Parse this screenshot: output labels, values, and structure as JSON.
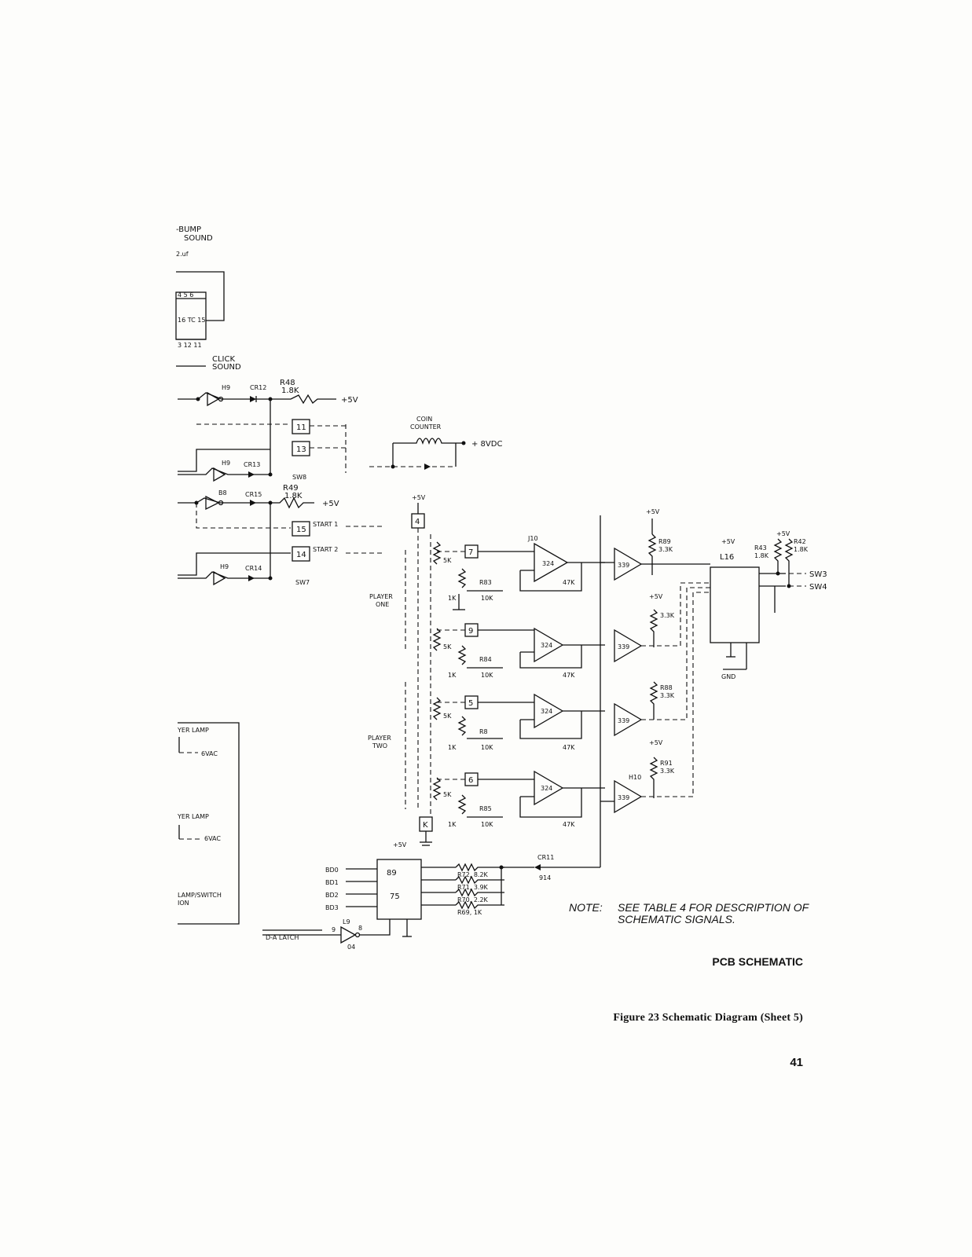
{
  "schematic": {
    "labels": {
      "bump_sound_1": "-BUMP",
      "bump_sound_2": "SOUND",
      "cap_val": "2.uf",
      "click_sound_1": "CLICK",
      "click_sound_2": "SOUND",
      "r48": "R48",
      "r48_val": "1.8K",
      "r49": "R49",
      "r49_val": "1.8K",
      "plus5v": "+5V",
      "coin_counter_1": "COIN",
      "coin_counter_2": "COUNTER",
      "plus_vdc": "+ 8VDC",
      "sw_a": "SW8",
      "sw_7": "SW7",
      "start1": "START 1",
      "start2": "START 2",
      "cr12": "CR12",
      "cr13": "CR13",
      "cr15": "CR15",
      "cr14": "CR14",
      "h9": "H9",
      "b8": "B8",
      "player_one_1": "PLAYER",
      "player_one_2": "ONE",
      "player_two_1": "PLAYER",
      "player_two_2": "TWO",
      "j4": "4",
      "j5": "5",
      "j7": "7",
      "j9": "9",
      "j6": "6",
      "jk": "K",
      "j11": "11",
      "j13": "13",
      "j15": "15",
      "j14": "14",
      "r83": "R83",
      "r84": "R84",
      "r85": "R85",
      "r8": "R8",
      "r_10k": "10K",
      "r_47k": "47K",
      "r_5k": "5K",
      "r_1k": "1K",
      "r89": "R89",
      "r88": "R88",
      "r91": "R91",
      "r_33k": "3.3K",
      "j10": "J10",
      "h10": "H10",
      "u339": "339",
      "u324": "324",
      "u16": "L16",
      "r42": "R42",
      "r43": "R43",
      "r42_val": "1.8K",
      "r43_val": "1.8K",
      "sw3": "SW3",
      "sw4": "SW4",
      "gnd_label": "GND",
      "bd0": "BD0",
      "bd1": "BD1",
      "bd2": "BD2",
      "bd3": "BD3",
      "u89": "89",
      "u75": "75",
      "r72": "R72, 8.2K",
      "r71": "R71, 3.9K",
      "r70": "R70, 2.2K",
      "r69": "R69, 1K",
      "cr11": "CR11",
      "cr11_val": "914",
      "da_latch": "D-A LATCH",
      "l9": "L9",
      "l9_pin_in": "9",
      "l9_pin_out": "8",
      "l9_type": "04",
      "player_lamp_a": "YER LAMP",
      "player_lamp_b": "YER LAMP",
      "vac_a": "6VAC",
      "vac_b": "6VAC",
      "lamp_switch_1": "LAMP/SWITCH",
      "lamp_switch_2": "ION"
    },
    "note_label": "NOTE:",
    "note_text": "SEE TABLE 4 FOR DESCRIPTION OF SCHEMATIC SIGNALS.",
    "title": "PCB SCHEMATIC",
    "caption": "Figure 23   Schematic Diagram (Sheet 5)",
    "page_number": "41"
  }
}
